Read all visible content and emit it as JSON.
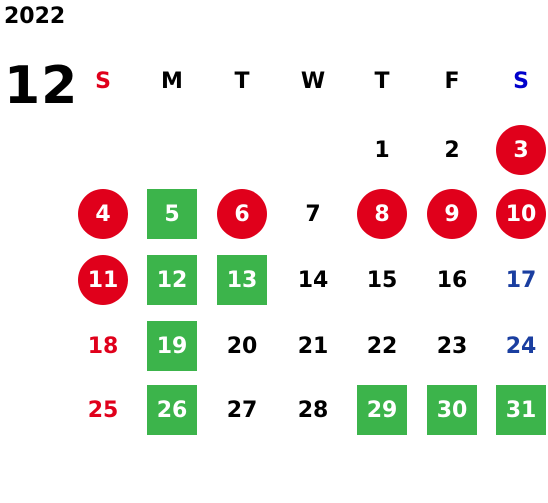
{
  "year": "2022",
  "month": "12",
  "colors": {
    "sunday": "#e0001b",
    "saturday": "#1a3ea0",
    "saturday_header": "#0000cc",
    "weekday": "#000000",
    "holiday_circle": "#e0001b",
    "green_square": "#3cb44b"
  },
  "weekdays": [
    "S",
    "M",
    "T",
    "W",
    "T",
    "F",
    "S"
  ],
  "weeks": [
    [
      {
        "day": "",
        "style": ""
      },
      {
        "day": "",
        "style": ""
      },
      {
        "day": "",
        "style": ""
      },
      {
        "day": "",
        "style": ""
      },
      {
        "day": "1",
        "style": "plain"
      },
      {
        "day": "2",
        "style": "plain"
      },
      {
        "day": "3",
        "style": "circle"
      }
    ],
    [
      {
        "day": "4",
        "style": "circle"
      },
      {
        "day": "5",
        "style": "square"
      },
      {
        "day": "6",
        "style": "circle"
      },
      {
        "day": "7",
        "style": "plain"
      },
      {
        "day": "8",
        "style": "circle"
      },
      {
        "day": "9",
        "style": "circle"
      },
      {
        "day": "10",
        "style": "circle"
      }
    ],
    [
      {
        "day": "11",
        "style": "circle"
      },
      {
        "day": "12",
        "style": "square"
      },
      {
        "day": "13",
        "style": "square"
      },
      {
        "day": "14",
        "style": "plain"
      },
      {
        "day": "15",
        "style": "plain"
      },
      {
        "day": "16",
        "style": "plain"
      },
      {
        "day": "17",
        "style": "plain"
      }
    ],
    [
      {
        "day": "18",
        "style": "plain"
      },
      {
        "day": "19",
        "style": "square"
      },
      {
        "day": "20",
        "style": "plain"
      },
      {
        "day": "21",
        "style": "plain"
      },
      {
        "day": "22",
        "style": "plain"
      },
      {
        "day": "23",
        "style": "plain"
      },
      {
        "day": "24",
        "style": "plain"
      }
    ],
    [
      {
        "day": "25",
        "style": "plain"
      },
      {
        "day": "26",
        "style": "square"
      },
      {
        "day": "27",
        "style": "plain"
      },
      {
        "day": "28",
        "style": "plain"
      },
      {
        "day": "29",
        "style": "square"
      },
      {
        "day": "30",
        "style": "square"
      },
      {
        "day": "31",
        "style": "square"
      }
    ]
  ]
}
